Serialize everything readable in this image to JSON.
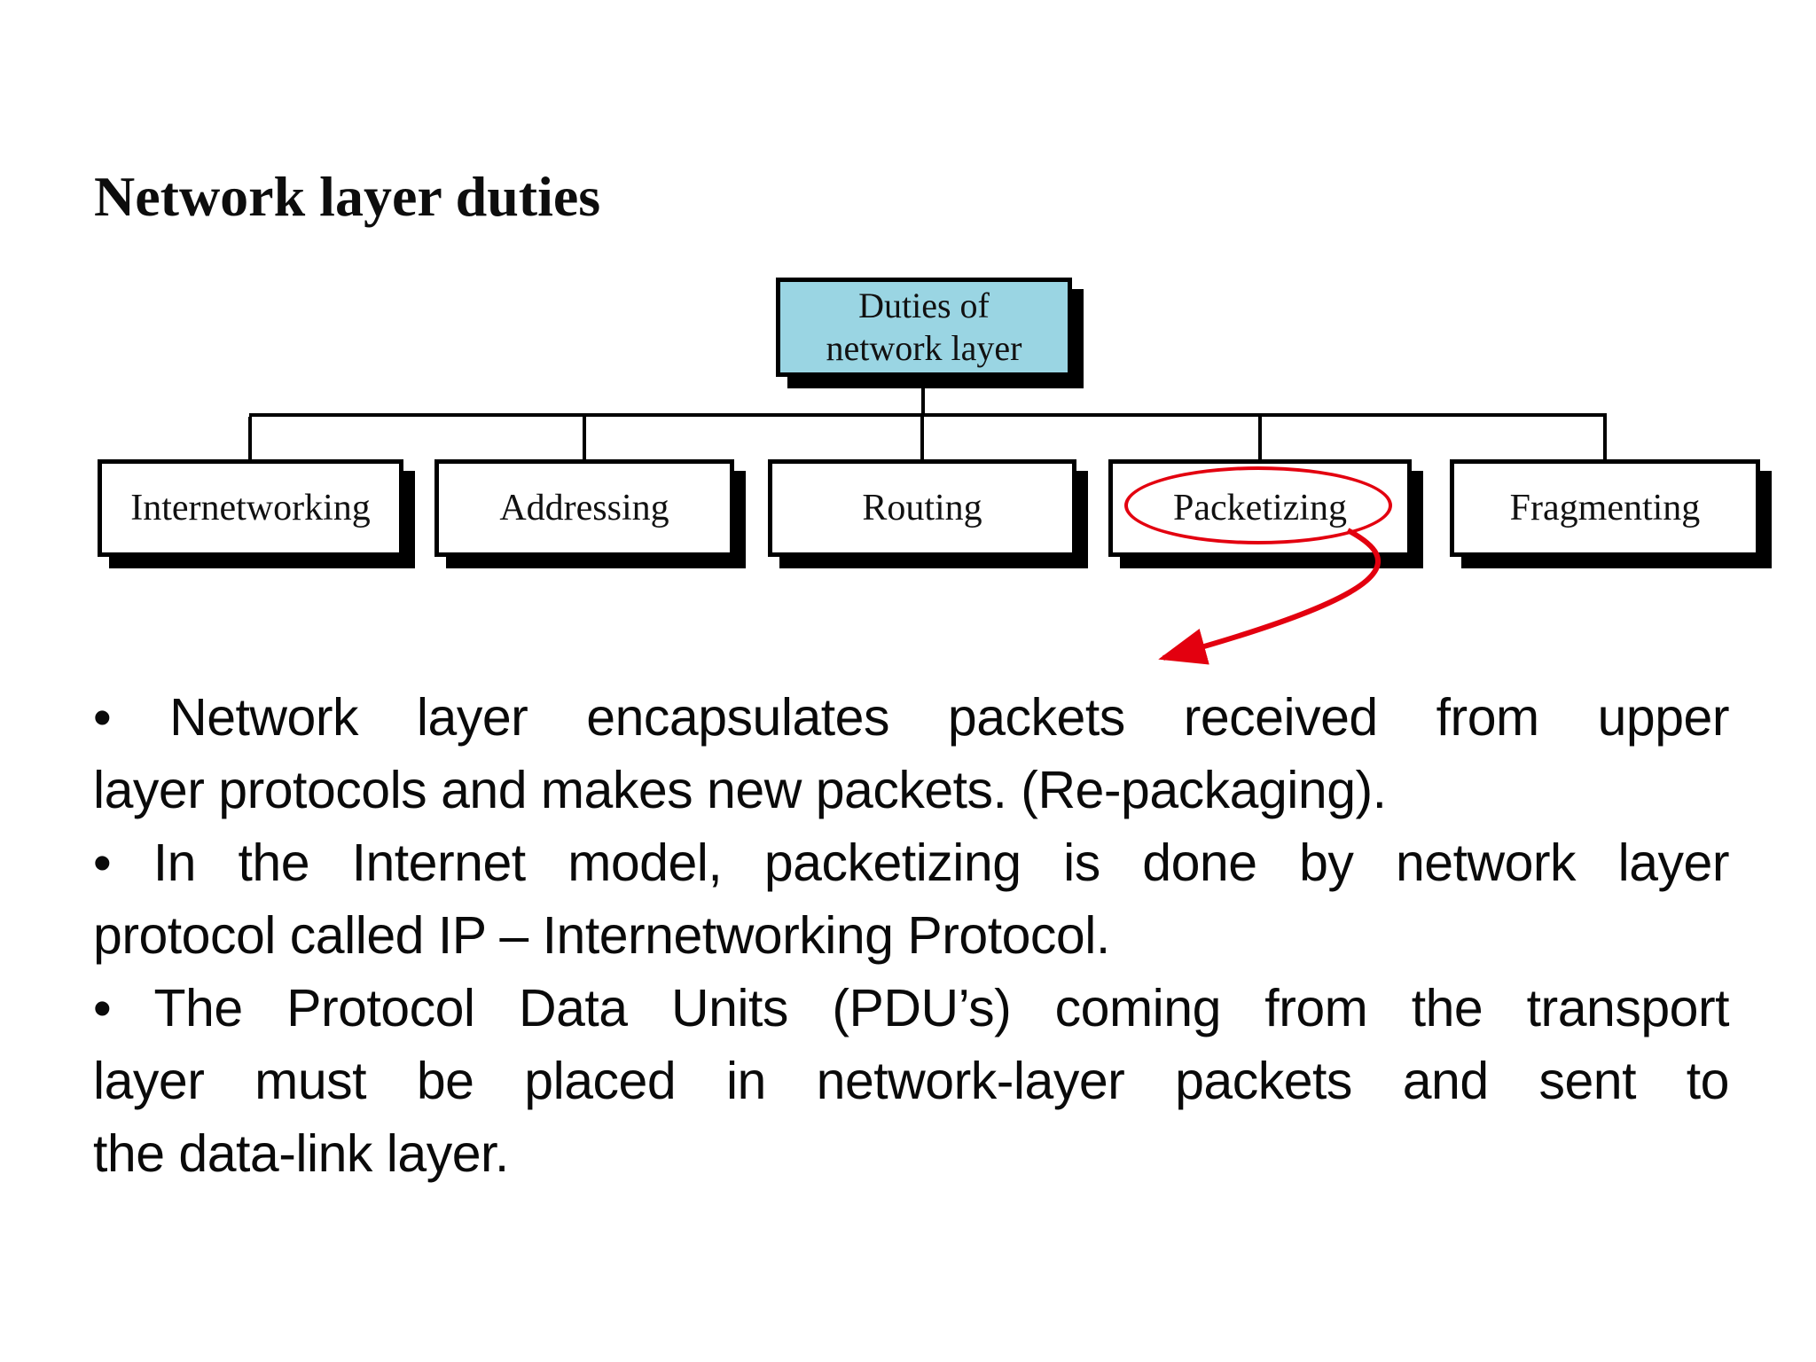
{
  "slide": {
    "title": "Network layer duties",
    "background_color": "#ffffff"
  },
  "diagram": {
    "root": {
      "label_line1": "Duties of",
      "label_line2": "network layer",
      "fill_color": "#9ad5e3",
      "border_color": "#000000"
    },
    "children": [
      {
        "label": "Internetworking"
      },
      {
        "label": "Addressing"
      },
      {
        "label": "Routing"
      },
      {
        "label": "Packetizing",
        "highlighted": true
      },
      {
        "label": "Fragmenting"
      }
    ],
    "annotation": {
      "shape": "hand-drawn ellipse around Packetizing with curved arrow pointing to bullet text",
      "color": "#e3000f"
    }
  },
  "bullets": [
    {
      "lines": [
        "• Network layer encapsulates packets received from upper",
        "layer protocols and makes new packets. (Re-packaging)."
      ]
    },
    {
      "lines": [
        "• In the Internet model, packetizing is done by network layer",
        "protocol called IP – Internetworking Protocol."
      ]
    },
    {
      "lines": [
        "• The Protocol Data Units (PDU’s) coming from the transport",
        "layer must be placed in network-layer packets and sent to",
        "the data-link layer."
      ]
    }
  ]
}
